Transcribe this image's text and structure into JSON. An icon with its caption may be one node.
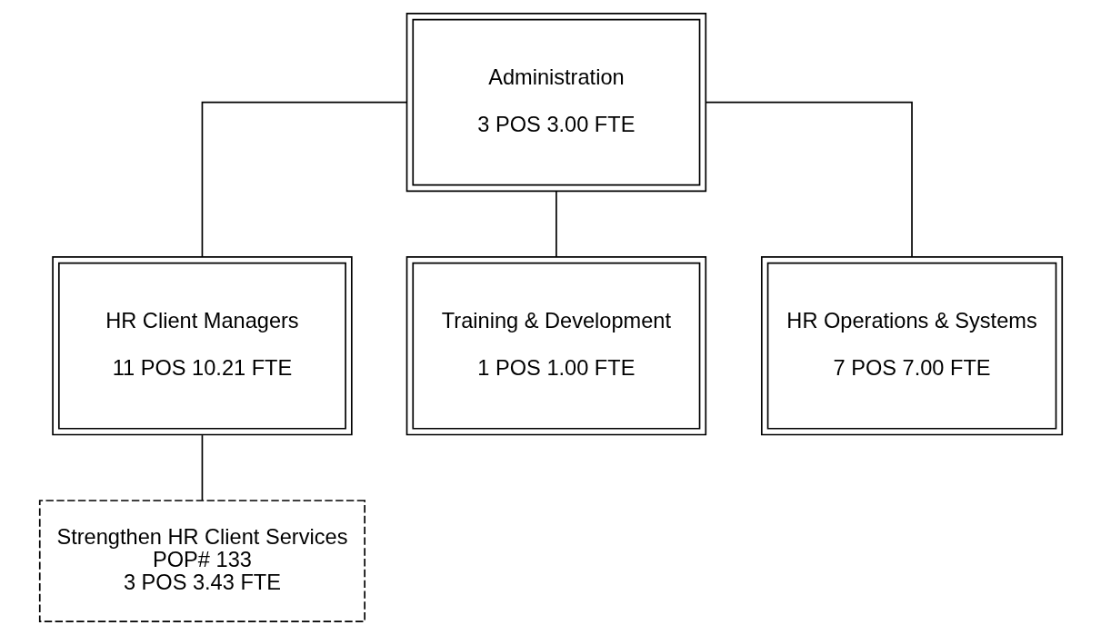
{
  "diagram": {
    "nodes": [
      {
        "text": [
          "Administration",
          "3 POS 3.00 FTE"
        ]
      },
      {
        "text": [
          "HR Client Managers",
          "11 POS 10.21 FTE"
        ]
      },
      {
        "text": [
          "Training & Development",
          "1 POS 1.00 FTE"
        ]
      },
      {
        "text": [
          "HR Operations & Systems",
          "7 POS 7.00 FTE"
        ]
      },
      {
        "text": [
          "Strengthen HR Client Services",
          "POP# 133",
          "3 POS 3.43 FTE"
        ]
      }
    ],
    "edges": [
      {
        "from": 0,
        "to": 1,
        "arrow": "none"
      },
      {
        "from": 0,
        "to": 2,
        "arrow": "none"
      },
      {
        "from": 0,
        "to": 3,
        "arrow": "none"
      },
      {
        "from": 1,
        "to": 4,
        "arrow": "none"
      }
    ]
  }
}
